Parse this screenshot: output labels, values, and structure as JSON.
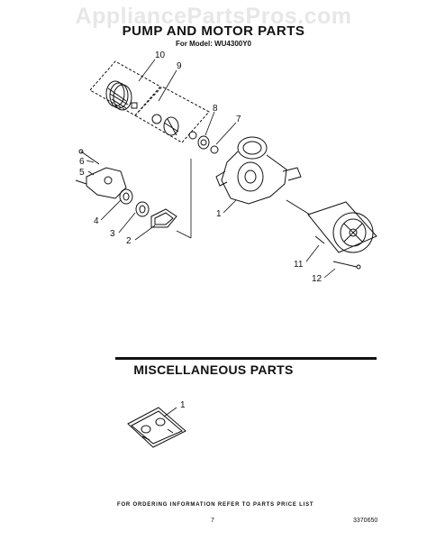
{
  "watermark": "AppliancePartsPros.com",
  "header": {
    "title": "PUMP AND MOTOR PARTS",
    "model": "For Model: WU4300Y0"
  },
  "pump_callouts": [
    "1",
    "2",
    "3",
    "4",
    "5",
    "6",
    "7",
    "8",
    "9",
    "10",
    "11",
    "12"
  ],
  "misc": {
    "title": "MISCELLANEOUS PARTS",
    "callouts": [
      "1"
    ]
  },
  "footer": {
    "note": "FOR ORDERING INFORMATION REFER TO PARTS PRICE LIST",
    "page_number": "7",
    "document_number": "3370650"
  }
}
